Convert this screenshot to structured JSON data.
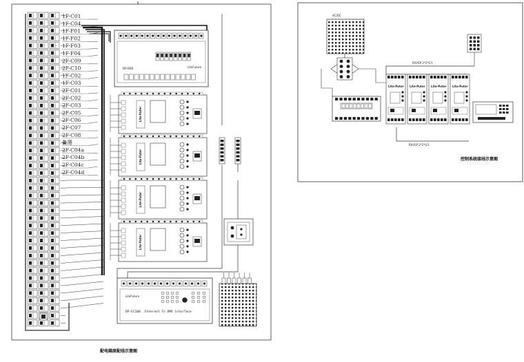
{
  "left_diagram": {
    "caption": "配电箱原配线示意图",
    "breaker_labels": [
      "1F-C01",
      "1F-C04",
      "1F-F01",
      "1F-F02",
      "1F-F03",
      "1F-F04",
      "2F-C09",
      "2F-C10",
      "1F-C02",
      "1F-C03",
      "2F-C01",
      "2F-C02",
      "2F-C03",
      "2F-C05",
      "2F-C06",
      "2F-C07",
      "2F-C08",
      "备用",
      "2F-C04a",
      "2F-C04b",
      "2F-C04c",
      "2F-C04d"
    ],
    "modules": {
      "top_relay_label": "DP-D08",
      "top_relay_brand": "LiteFuture",
      "dimmer_brand": "Lite-Puter",
      "interface_brand": "LiteFuture",
      "interface_model": "DP-EC100",
      "interface_desc": "Ethernet To DMX interface"
    }
  },
  "right_diagram": {
    "caption": "控制系统接线示意图",
    "psu_label": "AC/DC",
    "bus_label_top": "RVVSP 2*2*0.5",
    "bus_label_bottom": "RVVSP 2*2*0.5",
    "dimmer_brand": "Lite-Puter"
  }
}
